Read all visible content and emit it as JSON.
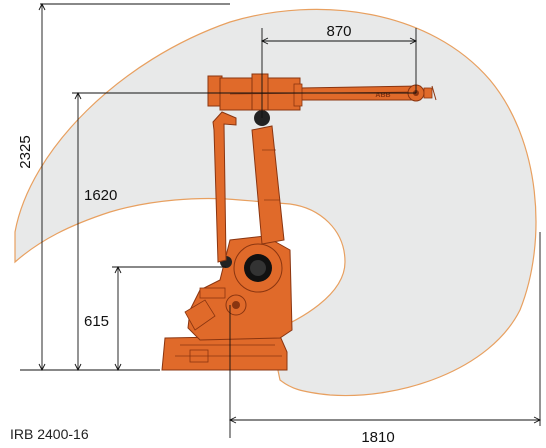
{
  "dimensions": {
    "reach_width": "870",
    "total_height": "2325",
    "arm_height": "1620",
    "joint_height": "615",
    "max_reach": "1810"
  },
  "caption": "IRB 2400-16",
  "brand_logo": "ABB",
  "colors": {
    "envelope_fill": "#e8e9e9",
    "envelope_stroke": "#e8a060",
    "robot_body": "#e06a2a",
    "robot_dark": "#8a3510",
    "line": "#111111"
  }
}
